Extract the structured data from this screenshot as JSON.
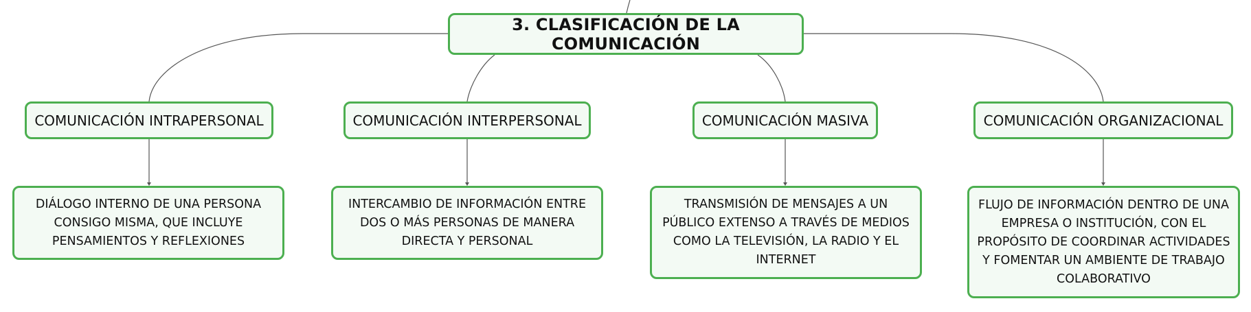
{
  "root": {
    "title": "3. CLASIFICACIÓN DE LA COMUNICACIÓN"
  },
  "categories": [
    {
      "label": "COMUNICACIÓN INTRAPERSONAL",
      "description": "DIÁLOGO INTERNO DE UNA PERSONA CONSIGO MISMA, QUE INCLUYE PENSAMIENTOS Y REFLEXIONES"
    },
    {
      "label": "COMUNICACIÓN INTERPERSONAL",
      "description": "INTERCAMBIO DE INFORMACIÓN ENTRE DOS O MÁS PERSONAS DE MANERA DIRECTA Y PERSONAL"
    },
    {
      "label": "COMUNICACIÓN MASIVA",
      "description": "TRANSMISIÓN DE MENSAJES A UN PÚBLICO EXTENSO A TRAVÉS DE MEDIOS COMO LA TELEVISIÓN, LA RADIO Y EL INTERNET"
    },
    {
      "label": "COMUNICACIÓN ORGANIZACIONAL",
      "description": "FLUJO DE INFORMACIÓN DENTRO DE UNA EMPRESA O INSTITUCIÓN, CON EL PROPÓSITO DE COORDINAR ACTIVIDADES Y FOMENTAR UN AMBIENTE DE TRABAJO COLABORATIVO"
    }
  ],
  "colors": {
    "node_border": "#4caf50",
    "node_fill": "#f3faf4",
    "connector": "#555555"
  }
}
